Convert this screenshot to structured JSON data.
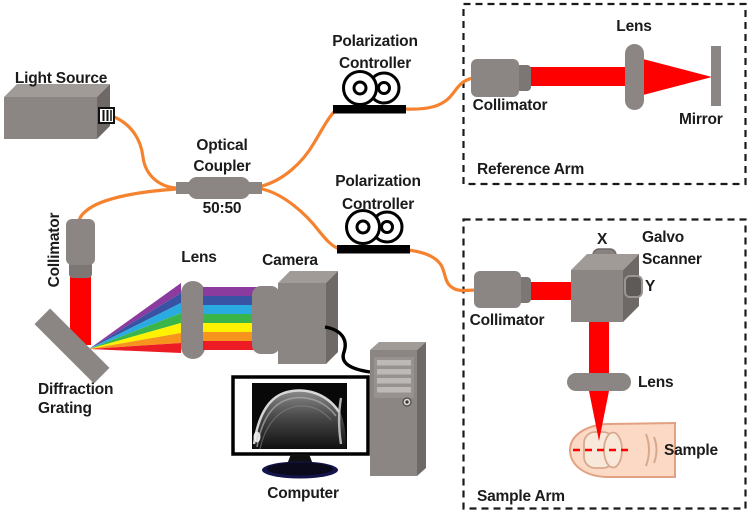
{
  "source": {
    "label": "Light Source"
  },
  "coupler": {
    "name_line1": "Optical",
    "name_line2": "Coupler",
    "ratio": "50:50"
  },
  "polarization_controller_top": {
    "line1": "Polarization",
    "line2": "Controller"
  },
  "polarization_controller_bottom": {
    "line1": "Polarization",
    "line2": "Controller"
  },
  "reference_arm": {
    "title": "Reference Arm",
    "collimator": "Collimator",
    "lens": "Lens",
    "mirror": "Mirror"
  },
  "sample_arm": {
    "title": "Sample Arm",
    "collimator": "Collimator",
    "galvo_line1": "Galvo",
    "galvo_line2": "Scanner",
    "axis_x": "X",
    "axis_y": "Y",
    "lens": "Lens",
    "sample": "Sample"
  },
  "spectrometer": {
    "collimator": "Collimator",
    "grating_line1": "Diffraction",
    "grating_line2": "Grating",
    "lens": "Lens",
    "camera": "Camera",
    "computer": "Computer"
  },
  "colors": {
    "fiber": "#F5822E",
    "beam": "#FE0000",
    "device_gray": "#8B8683",
    "device_dark": "#6E6966",
    "device_light": "#A09B97",
    "skin": "#FBD9C5",
    "skin_outline": "#E2A183",
    "rainbow": [
      "#8B3A9E",
      "#3953A4",
      "#29ABE2",
      "#39B54A",
      "#FFF200",
      "#F7941D",
      "#ED1C24"
    ]
  }
}
